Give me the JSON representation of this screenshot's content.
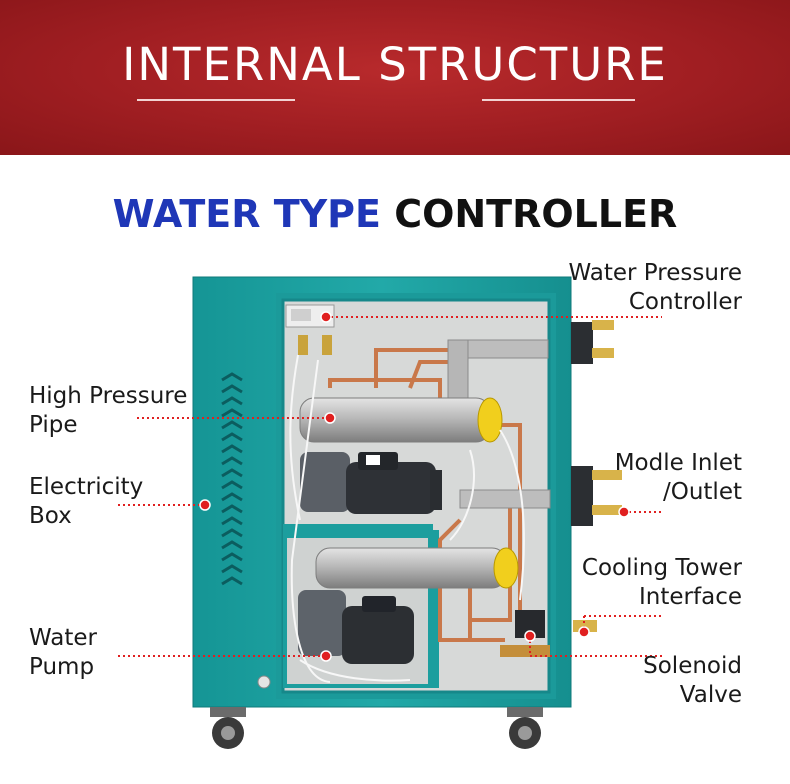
{
  "banner": {
    "title": "INTERNAL STRUCTURE",
    "color": "#a01e22"
  },
  "subtitle": {
    "part1": "WATER TYPE",
    "part2": "CONTROLLER",
    "accent": "#1f37b7"
  },
  "machine": {
    "body_color": "#1ea3a3",
    "image": "water type mold temperature controller, internal view"
  },
  "labels": {
    "water_pressure_controller": {
      "line1": "Water Pressure",
      "line2": "Controller"
    },
    "high_pressure_pipe": {
      "line1": "High Pressure",
      "line2": "Pipe"
    },
    "electricity_box": {
      "line1": "Electricity",
      "line2": "Box"
    },
    "water_pump": {
      "line1": "Water",
      "line2": "Pump"
    },
    "modle_inlet_outlet": {
      "line1": "Modle Inlet",
      "line2": "/Outlet"
    },
    "cooling_tower_interface": {
      "line1": "Cooling Tower",
      "line2": "Interface"
    },
    "solenoid_valve": {
      "line1": "Solenoid",
      "line2": "Valve"
    }
  },
  "callout_color": "#e02020"
}
